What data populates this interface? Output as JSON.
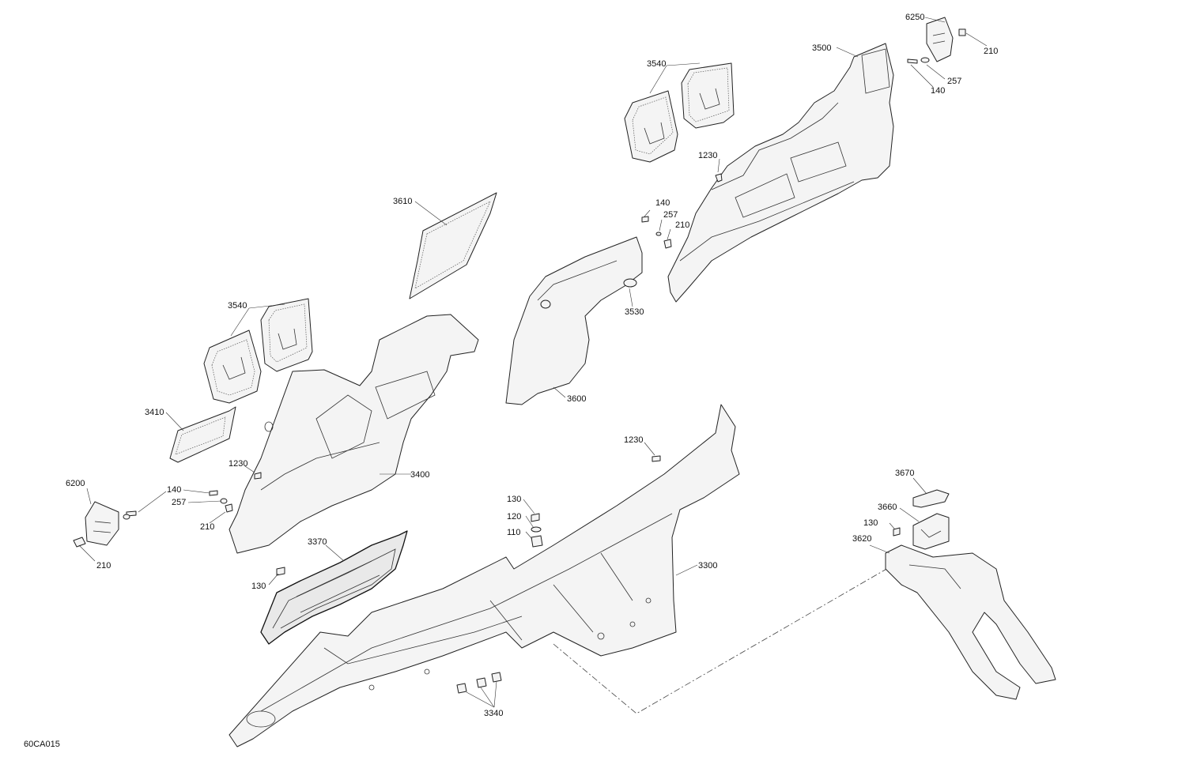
{
  "diagram_id": "60CA015",
  "callouts": [
    {
      "id": "c6250",
      "text": "6250"
    },
    {
      "id": "c210a",
      "text": "210"
    },
    {
      "id": "c3500",
      "text": "3500"
    },
    {
      "id": "c257a",
      "text": "257"
    },
    {
      "id": "c140a",
      "text": "140"
    },
    {
      "id": "c3540a",
      "text": "3540"
    },
    {
      "id": "c1230a",
      "text": "1230"
    },
    {
      "id": "c140b",
      "text": "140"
    },
    {
      "id": "c257b",
      "text": "257"
    },
    {
      "id": "c210b",
      "text": "210"
    },
    {
      "id": "c3610",
      "text": "3610"
    },
    {
      "id": "c3530",
      "text": "3530"
    },
    {
      "id": "c3540b",
      "text": "3540"
    },
    {
      "id": "c3600",
      "text": "3600"
    },
    {
      "id": "c3410",
      "text": "3410"
    },
    {
      "id": "c1230b",
      "text": "1230"
    },
    {
      "id": "c1230c",
      "text": "1230"
    },
    {
      "id": "c3400",
      "text": "3400"
    },
    {
      "id": "c6200",
      "text": "6200"
    },
    {
      "id": "c140c",
      "text": "140"
    },
    {
      "id": "c257c",
      "text": "257"
    },
    {
      "id": "c210c",
      "text": "210"
    },
    {
      "id": "c210d",
      "text": "210"
    },
    {
      "id": "c3370",
      "text": "3370"
    },
    {
      "id": "c130a",
      "text": "130"
    },
    {
      "id": "c130b",
      "text": "130"
    },
    {
      "id": "c120",
      "text": "120"
    },
    {
      "id": "c110",
      "text": "110"
    },
    {
      "id": "c3300",
      "text": "3300"
    },
    {
      "id": "c3340",
      "text": "3340"
    },
    {
      "id": "c3670",
      "text": "3670"
    },
    {
      "id": "c3660",
      "text": "3660"
    },
    {
      "id": "c130c",
      "text": "130"
    },
    {
      "id": "c3620",
      "text": "3620"
    }
  ]
}
